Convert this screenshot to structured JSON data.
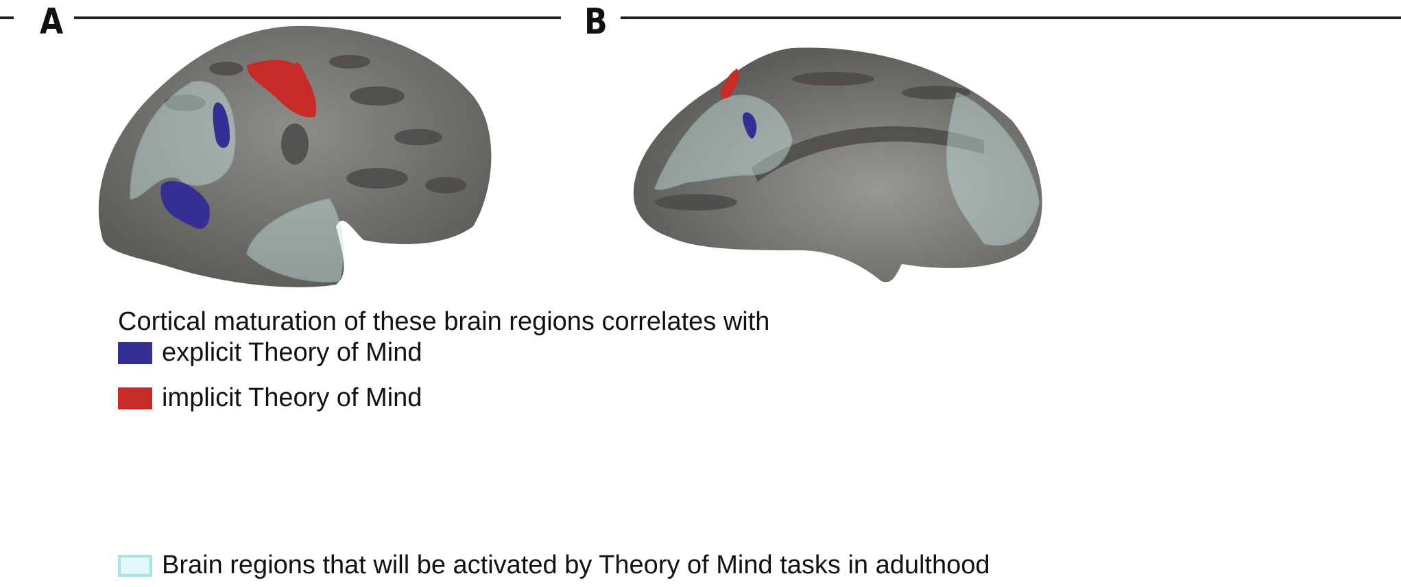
{
  "panels": [
    {
      "label": "A"
    },
    {
      "label": "B"
    }
  ],
  "legend": {
    "title": "Cortical maturation of these brain regions correlates with",
    "items": [
      {
        "label": "explicit Theory of Mind",
        "color": "#352f94"
      },
      {
        "label": "implicit Theory of Mind",
        "color": "#c62b27"
      },
      {
        "label": "Brain regions that will be activated by Theory of Mind tasks in adulthood",
        "color": "#e2f8f8",
        "border": "#a9e2e4"
      }
    ]
  }
}
